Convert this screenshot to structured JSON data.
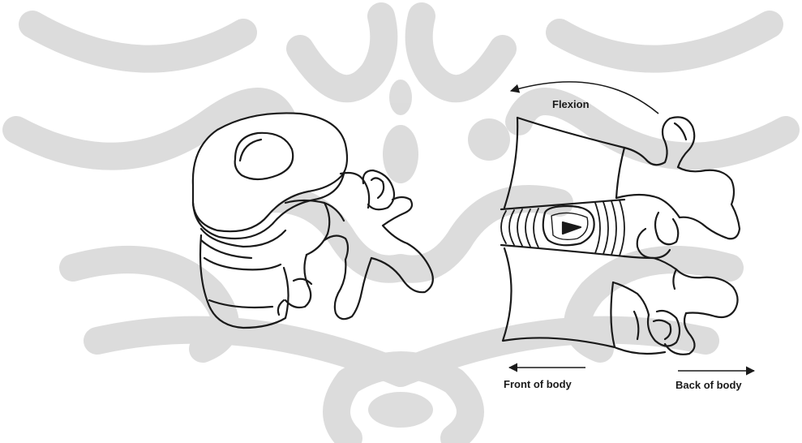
{
  "labels": {
    "flexion": "Flexion",
    "front": "Front of body",
    "back": "Back of body"
  },
  "colors": {
    "ink": "#1a1a1a",
    "watermark": "#d4d4d4",
    "background": "#ffffff"
  }
}
